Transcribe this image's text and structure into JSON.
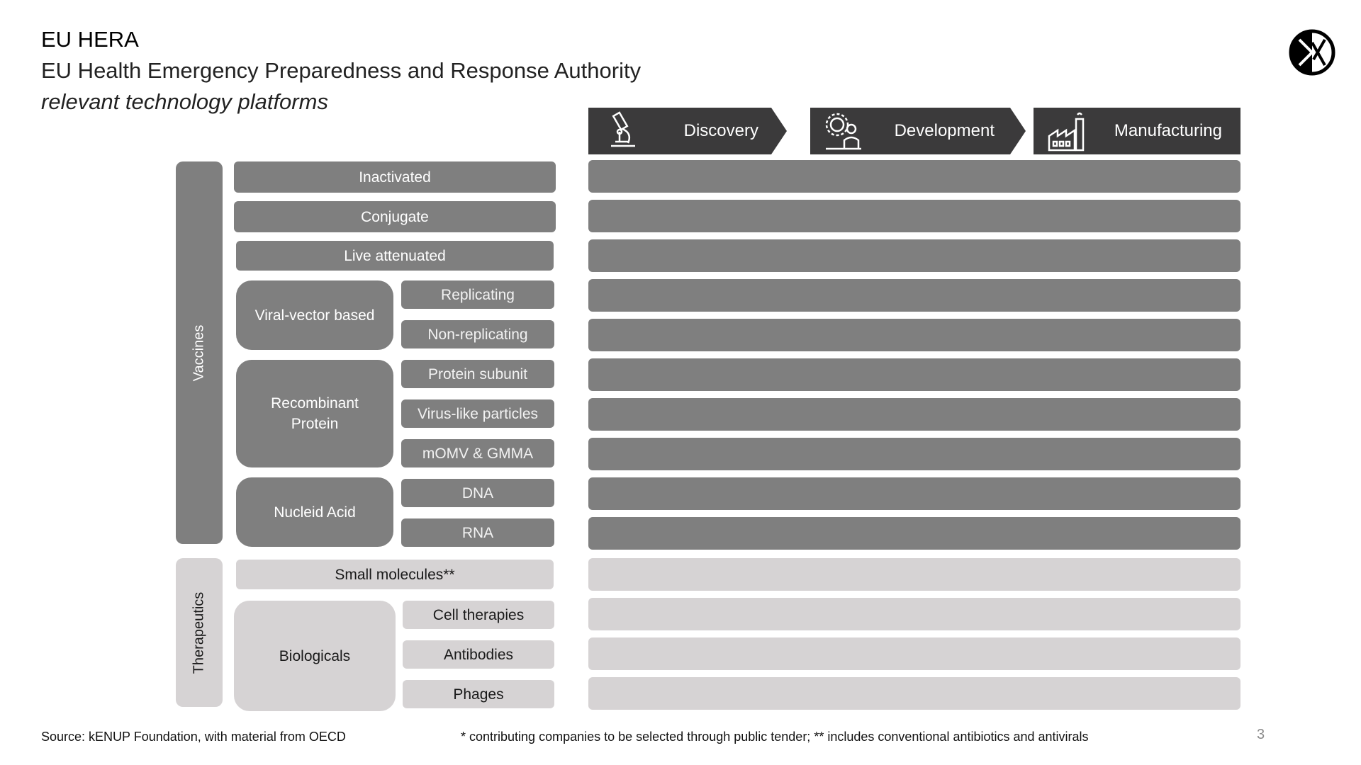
{
  "header": {
    "title": "EU HERA",
    "subtitle": "EU Health Emergency Preparedness and Response Authority",
    "tagline": "relevant technology platforms"
  },
  "phases": [
    {
      "label": "Discovery",
      "icon": "microscope-icon"
    },
    {
      "label": "Development",
      "icon": "scientist-gear-icon"
    },
    {
      "label": "Manufacturing",
      "icon": "factory-icon"
    }
  ],
  "categories": {
    "vaccines": "Vaccines",
    "therapeutics": "Therapeutics"
  },
  "vaccines": {
    "inactivated": "Inactivated",
    "conjugate": "Conjugate",
    "live_attenuated": "Live attenuated",
    "viral_vector": {
      "label": "Viral-vector based",
      "subs": [
        "Replicating",
        "Non-replicating"
      ]
    },
    "recombinant": {
      "label": "Recombinant Protein",
      "subs": [
        "Protein subunit",
        "Virus-like particles",
        "mOMV & GMMA"
      ]
    },
    "nucleic": {
      "label": "Nucleid Acid",
      "subs": [
        "DNA",
        "RNA"
      ]
    }
  },
  "therapeutics": {
    "small_molecules": "Small molecules**",
    "biologicals": {
      "label": "Biologicals",
      "subs": [
        "Cell therapies",
        "Antibodies",
        "Phages"
      ]
    }
  },
  "footer": {
    "source": "Source: kENUP Foundation, with material from OECD",
    "note": "* contributing companies to be selected through public tender; ** includes conventional antibiotics and antivirals",
    "page": "3"
  },
  "colors": {
    "dark_row": "#7f7f7f",
    "light_row": "#d6d3d4",
    "phase_bg": "#3b3a3b"
  }
}
